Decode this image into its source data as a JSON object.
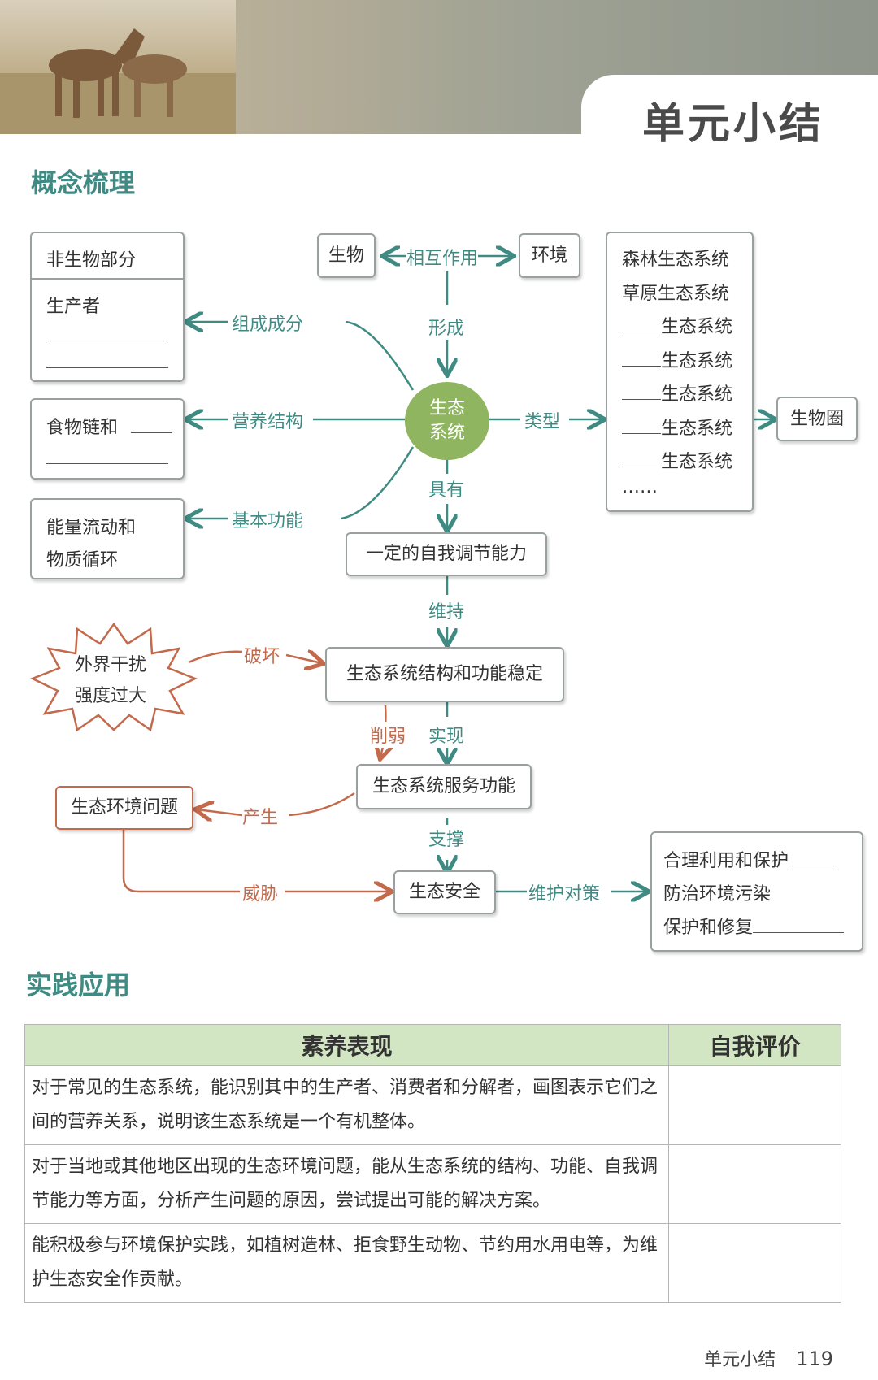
{
  "header": {
    "unit_title": "单元小结"
  },
  "sections": {
    "concept": "概念梳理",
    "practice": "实践应用"
  },
  "diagram": {
    "center": "生态\n系统",
    "top": {
      "left": "生物",
      "middle": "相互作用",
      "right": "环境",
      "down": "形成"
    },
    "components": {
      "title": "非生物部分",
      "item": "生产者",
      "label": "组成成分"
    },
    "structure": {
      "text": "食物链和",
      "label": "营养结构"
    },
    "function": {
      "line1": "能量流动和",
      "line2": "物质循环",
      "label": "基本功能"
    },
    "types": {
      "label": "类型",
      "items": [
        "森林生态系统",
        "草原生态系统",
        "生态系统",
        "生态系统",
        "生态系统",
        "生态系统",
        "生态系统"
      ],
      "more": "……"
    },
    "biosphere": "生物圈",
    "has": "具有",
    "self_regulation": "一定的自我调节能力",
    "maintain": "维持",
    "stability": "生态系统结构和功能稳定",
    "disturbance": {
      "line1": "外界干扰",
      "line2": "强度过大",
      "label": "破坏"
    },
    "weaken": "削弱",
    "realize": "实现",
    "service": "生态系统服务功能",
    "problem": {
      "text": "生态环境问题",
      "produce": "产生",
      "threat": "威胁"
    },
    "support": "支撑",
    "security": "生态安全",
    "measures": {
      "label": "维护对策",
      "items": [
        "合理利用和保护",
        "防治环境污染",
        "保护和修复"
      ]
    }
  },
  "table": {
    "headers": [
      "素养表现",
      "自我评价"
    ],
    "rows": [
      [
        "对于常见的生态系统，能识别其中的生产者、消费者和分解者，画图表示它们之间的营养关系，说明该生态系统是一个有机整体。",
        ""
      ],
      [
        "对于当地或其他地区出现的生态环境问题，能从生态系统的结构、功能、自我调节能力等方面，分析产生问题的原因，尝试提出可能的解决方案。",
        ""
      ],
      [
        "能积极参与环境保护实践，如植树造林、拒食野生动物、节约用水用电等，为维护生态安全作贡献。",
        ""
      ]
    ]
  },
  "footer": {
    "label": "单元小结",
    "page": "119"
  },
  "colors": {
    "accent": "#3f8a82",
    "orange": "#c46a4c",
    "center_fill": "#8fb560",
    "table_head": "#d3e6c3"
  }
}
